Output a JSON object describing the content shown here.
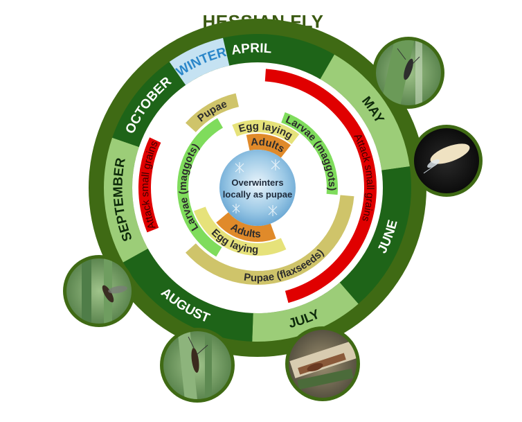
{
  "title": "HESSIAN FLY",
  "center_text": [
    "Overwinters",
    "locally as pupae"
  ],
  "colors": {
    "dark_green": "#1e6418",
    "light_green": "#9ccd78",
    "outer_ring": "#3f6a14",
    "red": "#e00000",
    "khaki": "#cfc46a",
    "pale_yellow": "#e6e27a",
    "orange": "#e08a2a",
    "bright_green": "#7fdc5c",
    "winter_blue": "#c5e2f2",
    "winter_text": "#2a86c9"
  },
  "months": [
    {
      "label": "APRIL",
      "start": -35,
      "end": 30,
      "fill": "dark",
      "text": "light"
    },
    {
      "label": "MAY",
      "start": 30,
      "end": 82,
      "fill": "light",
      "text": "dark"
    },
    {
      "label": "JUNE",
      "start": 82,
      "end": 139,
      "fill": "dark",
      "text": "light"
    },
    {
      "label": "JULY",
      "start": 139,
      "end": 182,
      "fill": "light",
      "text": "dark"
    },
    {
      "label": "AUGUST",
      "start": 182,
      "end": 241,
      "fill": "dark",
      "text": "light"
    },
    {
      "label": "SEPTEMBER",
      "start": 241,
      "end": 289,
      "fill": "light",
      "text": "dark"
    },
    {
      "label": "OCTOBER",
      "start": 289,
      "end": 325,
      "fill": "dark",
      "text": "light"
    },
    {
      "label": "WINTER",
      "start": 325,
      "end": 347,
      "fill": "winter",
      "text": "winter"
    }
  ],
  "stages": [
    {
      "label": "Attack small grains",
      "color": "red",
      "r_in": 154,
      "r_out": 172,
      "start": 4,
      "end": 165,
      "text_color": "red_text"
    },
    {
      "label": "Pupae (flaxseeds)",
      "color": "khaki",
      "r_in": 120,
      "r_out": 140,
      "start": 95,
      "end": 228
    },
    {
      "label": "Larvae (maggots)",
      "color": "bright_green",
      "r_in": 100,
      "r_out": 116,
      "start": 20,
      "end": 95
    },
    {
      "label": "Egg laying",
      "color": "pale_yellow",
      "r_in": 80,
      "r_out": 98,
      "start": -22,
      "end": 38
    },
    {
      "label": "Adults",
      "color": "orange",
      "r_in": 55,
      "r_out": 78,
      "start": -12,
      "end": 38
    },
    {
      "label": "Attack small grains",
      "color": "red",
      "r_in": 154,
      "r_out": 172,
      "start": 248,
      "end": 295,
      "text_color": "red_text"
    },
    {
      "label": "Pupae",
      "color": "khaki",
      "r_in": 120,
      "r_out": 140,
      "start": 312,
      "end": 347
    },
    {
      "label": "Larvae (maggots)",
      "color": "bright_green",
      "r_in": 100,
      "r_out": 116,
      "start": 211,
      "end": 330
    },
    {
      "label": "Egg laying",
      "color": "pale_yellow",
      "r_in": 80,
      "r_out": 98,
      "start": 155,
      "end": 250
    },
    {
      "label": "Adults",
      "color": "orange",
      "r_in": 55,
      "r_out": 78,
      "start": 160,
      "end": 230
    }
  ],
  "photos": [
    {
      "name": "photo-adult-fly-on-leaf"
    },
    {
      "name": "photo-larva-close-up"
    },
    {
      "name": "photo-pupae-on-stem"
    },
    {
      "name": "photo-fly-on-grass"
    },
    {
      "name": "photo-adult-fly-on-stem"
    }
  ]
}
